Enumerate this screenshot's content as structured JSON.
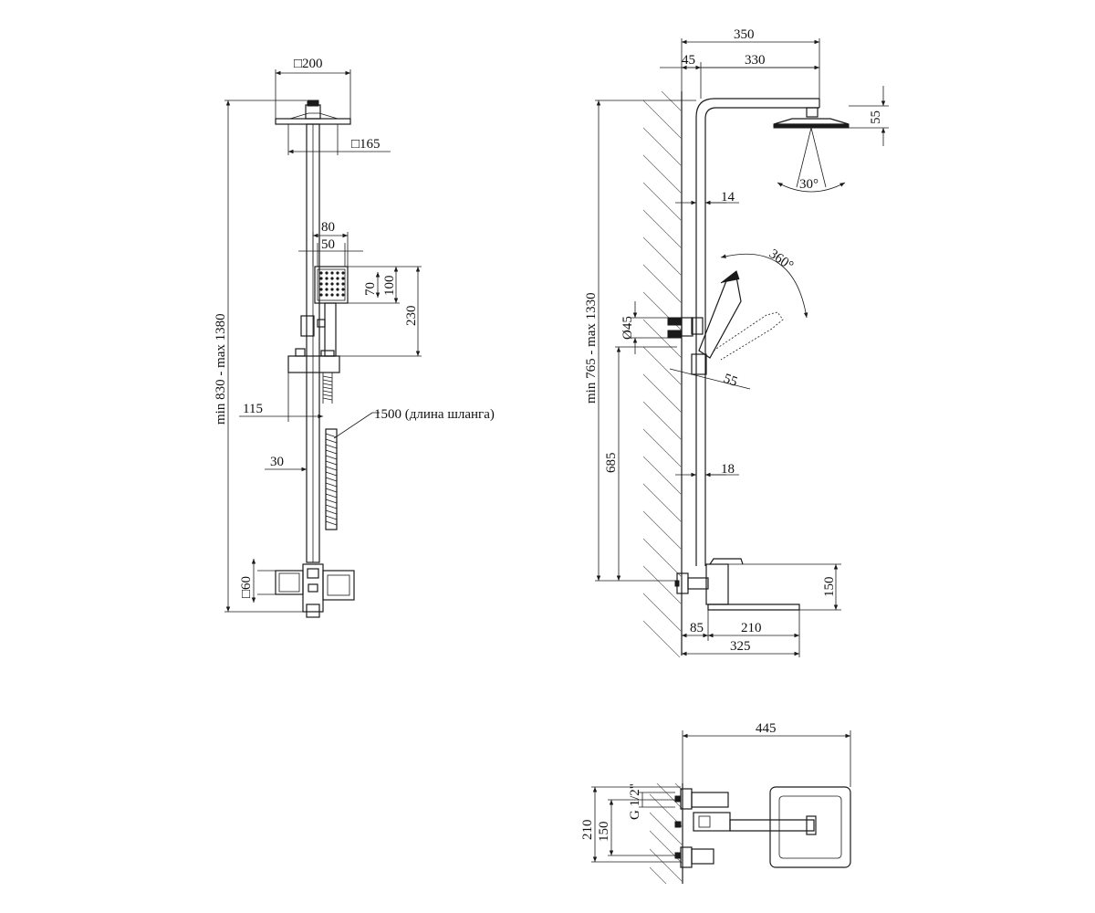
{
  "front_view": {
    "head_size": "□200",
    "bar_size": "□165",
    "hand_width": "80",
    "hand_inner": "50",
    "hand_h1": "70",
    "hand_h2": "100",
    "hand_h3": "230",
    "height_range": "min 830 - max 1380",
    "holder_offset": "115",
    "pipe_offset": "30",
    "hose_length": "1500 (длина шланга)",
    "mixer_size": "□60"
  },
  "side_view": {
    "total_reach": "350",
    "wall_gap": "45",
    "arm_reach": "330",
    "head_height": "55",
    "spray_angle": "30°",
    "pipe_dia_upper": "14",
    "rotation": "360°",
    "holder_dia": "Ø45",
    "holder_depth": "55",
    "height_range": "min 765 - max 1330",
    "mixer_height": "685",
    "pipe_dia_lower": "18",
    "spout_height": "150",
    "spout_offset": "85",
    "spout_length": "210",
    "spout_total": "325"
  },
  "top_view": {
    "total_width": "445",
    "thread": "G 1/2\"",
    "inlet_spacing": "150",
    "plate_height": "210"
  }
}
